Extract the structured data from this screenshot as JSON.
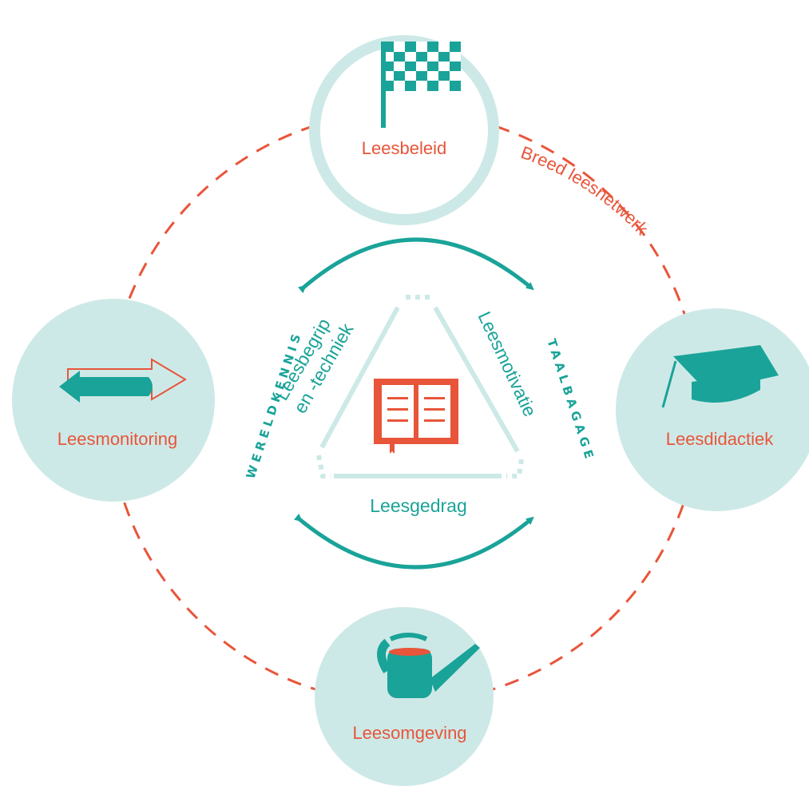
{
  "colors": {
    "teal": "#1aa399",
    "pale_teal": "#cde9e7",
    "orange": "#e8553a",
    "white": "#ffffff"
  },
  "nodes": {
    "top": {
      "label": "Leesbeleid",
      "icon": "checkered-flag-icon"
    },
    "right": {
      "label": "Leesdidactiek",
      "icon": "graduation-cap-icon"
    },
    "bottom": {
      "label": "Leesomgeving",
      "icon": "watering-can-icon"
    },
    "left": {
      "label": "Leesmonitoring",
      "icon": "double-arrow-icon"
    }
  },
  "outer_ring_label": "Breed leesnetwerk",
  "side_labels": {
    "left": "WERELDKENNIS",
    "right": "TAALBAGAGE"
  },
  "triangle": {
    "left_line1": "Leesbegrip",
    "left_line2": "en -techniek",
    "right": "Leesmotivatie",
    "bottom": "Leesgedrag",
    "center_icon": "open-book-icon"
  }
}
